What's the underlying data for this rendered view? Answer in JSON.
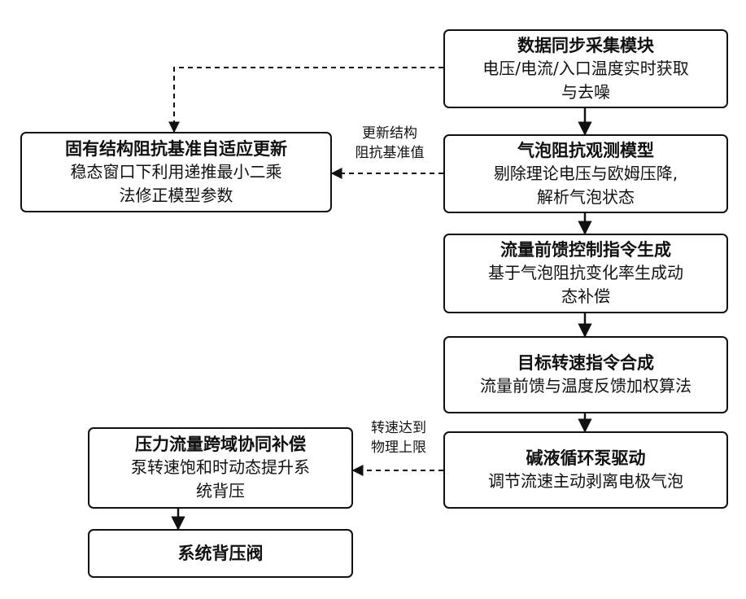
{
  "boxes": {
    "data_sync": {
      "title": "数据同步采集模块",
      "desc": [
        "电压/电流/入口温度实时获取",
        "与去噪"
      ]
    },
    "bubble_model": {
      "title": "气泡阻抗观测模型",
      "desc": [
        "剔除理论电压与欧姆压降,",
        "解析气泡状态"
      ]
    },
    "baseline_update": {
      "title": "固有结构阻抗基准自适应更新",
      "desc": [
        "稳态窗口下利用递推最小二乘",
        "法修正模型参数"
      ]
    },
    "feedforward": {
      "title": "流量前馈控制指令生成",
      "desc": [
        "基于气泡阻抗变化率生成动",
        "态补偿"
      ]
    },
    "target_speed": {
      "title": "目标转速指令合成",
      "desc": [
        "流量前馈与温度反馈加权算法"
      ]
    },
    "pump_drive": {
      "title": "碱液循环泵驱动",
      "desc": [
        "调节流速主动剥离电极气泡"
      ]
    },
    "cross_domain": {
      "title": "压力流量跨域协同补偿",
      "desc": [
        "泵转速饱和时动态提升系",
        "统背压"
      ]
    },
    "back_valve": {
      "title": "系统背压阀"
    }
  },
  "labels": {
    "update_baseline": [
      "更新结构",
      "阻抗基准值"
    ],
    "speed_limit": [
      "转速达到",
      "物理上限"
    ]
  }
}
